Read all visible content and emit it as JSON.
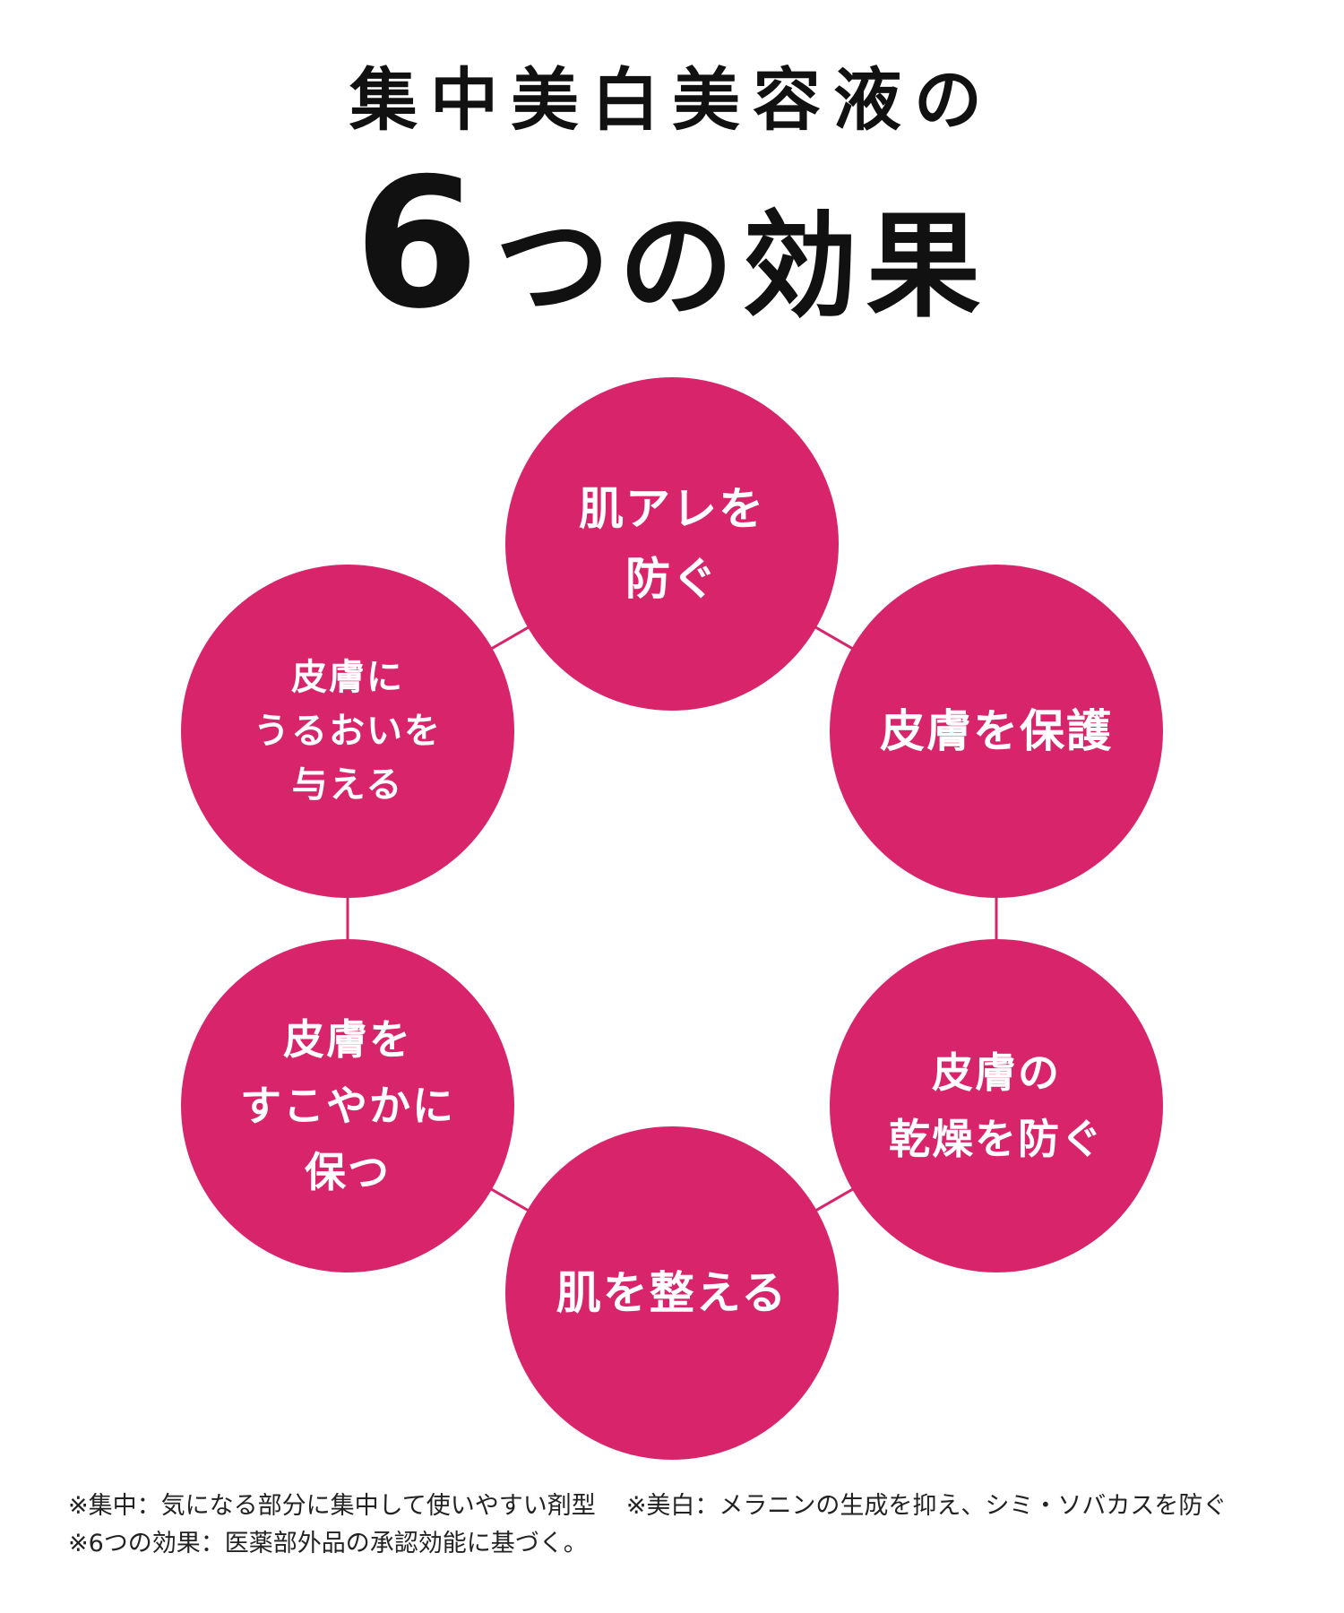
{
  "title": {
    "sub": "集中美白美容液の",
    "num": "6",
    "main": "つの効果"
  },
  "colors": {
    "accent": "#d8246b",
    "text": "#111111",
    "circle_text": "#ffffff"
  },
  "effects": [
    {
      "label": "肌アレを\n防ぐ"
    },
    {
      "label": "皮膚を保護"
    },
    {
      "label": "皮膚の\n乾燥を防ぐ"
    },
    {
      "label": "肌を整える"
    },
    {
      "label": "皮膚を\nすこやかに\n保つ"
    },
    {
      "label": "皮膚に\nうるおいを\n与える"
    }
  ],
  "footnotes": {
    "note1": "※集中：気になる部分に集中して使いやすい剤型",
    "note2": "※美白：メラニンの生成を抑え、シミ・ソバカスを防ぐ",
    "note3": "※6つの効果：医薬部外品の承認効能に基づく。"
  }
}
